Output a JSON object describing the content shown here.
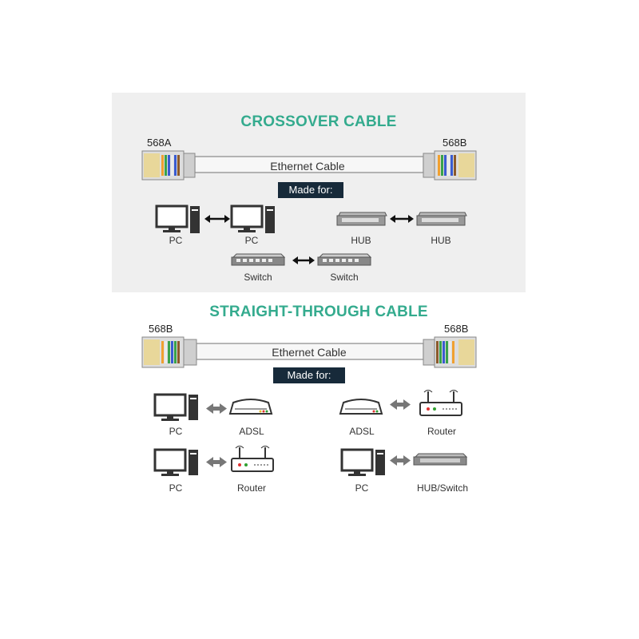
{
  "colors": {
    "title": "#34ab8e",
    "madefor_bg": "#172a3a",
    "panel_bg": "#efefef"
  },
  "crossover": {
    "title": "CROSSOVER CABLE",
    "left_std": "568A",
    "right_std": "568B",
    "cable_label": "Ethernet Cable",
    "made_for": "Made for:",
    "pairs": [
      {
        "a": "PC",
        "b": "PC",
        "icons": [
          "computer-icon",
          "computer-icon"
        ]
      },
      {
        "a": "HUB",
        "b": "HUB",
        "icons": [
          "hub-icon",
          "hub-icon"
        ]
      },
      {
        "a": "Switch",
        "b": "Switch",
        "icons": [
          "switch-icon",
          "switch-icon"
        ]
      }
    ]
  },
  "straight": {
    "title": "STRAIGHT-THROUGH CABLE",
    "left_std": "568B",
    "right_std": "568B",
    "cable_label": "Ethernet Cable",
    "made_for": "Made for:",
    "pairs": [
      {
        "a": "PC",
        "b": "ADSL",
        "icons": [
          "computer-icon",
          "adsl-modem-icon"
        ]
      },
      {
        "a": "ADSL",
        "b": "Router",
        "icons": [
          "adsl-modem-icon",
          "router-icon"
        ]
      },
      {
        "a": "PC",
        "b": "Router",
        "icons": [
          "computer-icon",
          "router-icon"
        ]
      },
      {
        "a": "PC",
        "b": "HUB/Switch",
        "icons": [
          "computer-icon",
          "hub-switch-icon"
        ]
      }
    ]
  }
}
